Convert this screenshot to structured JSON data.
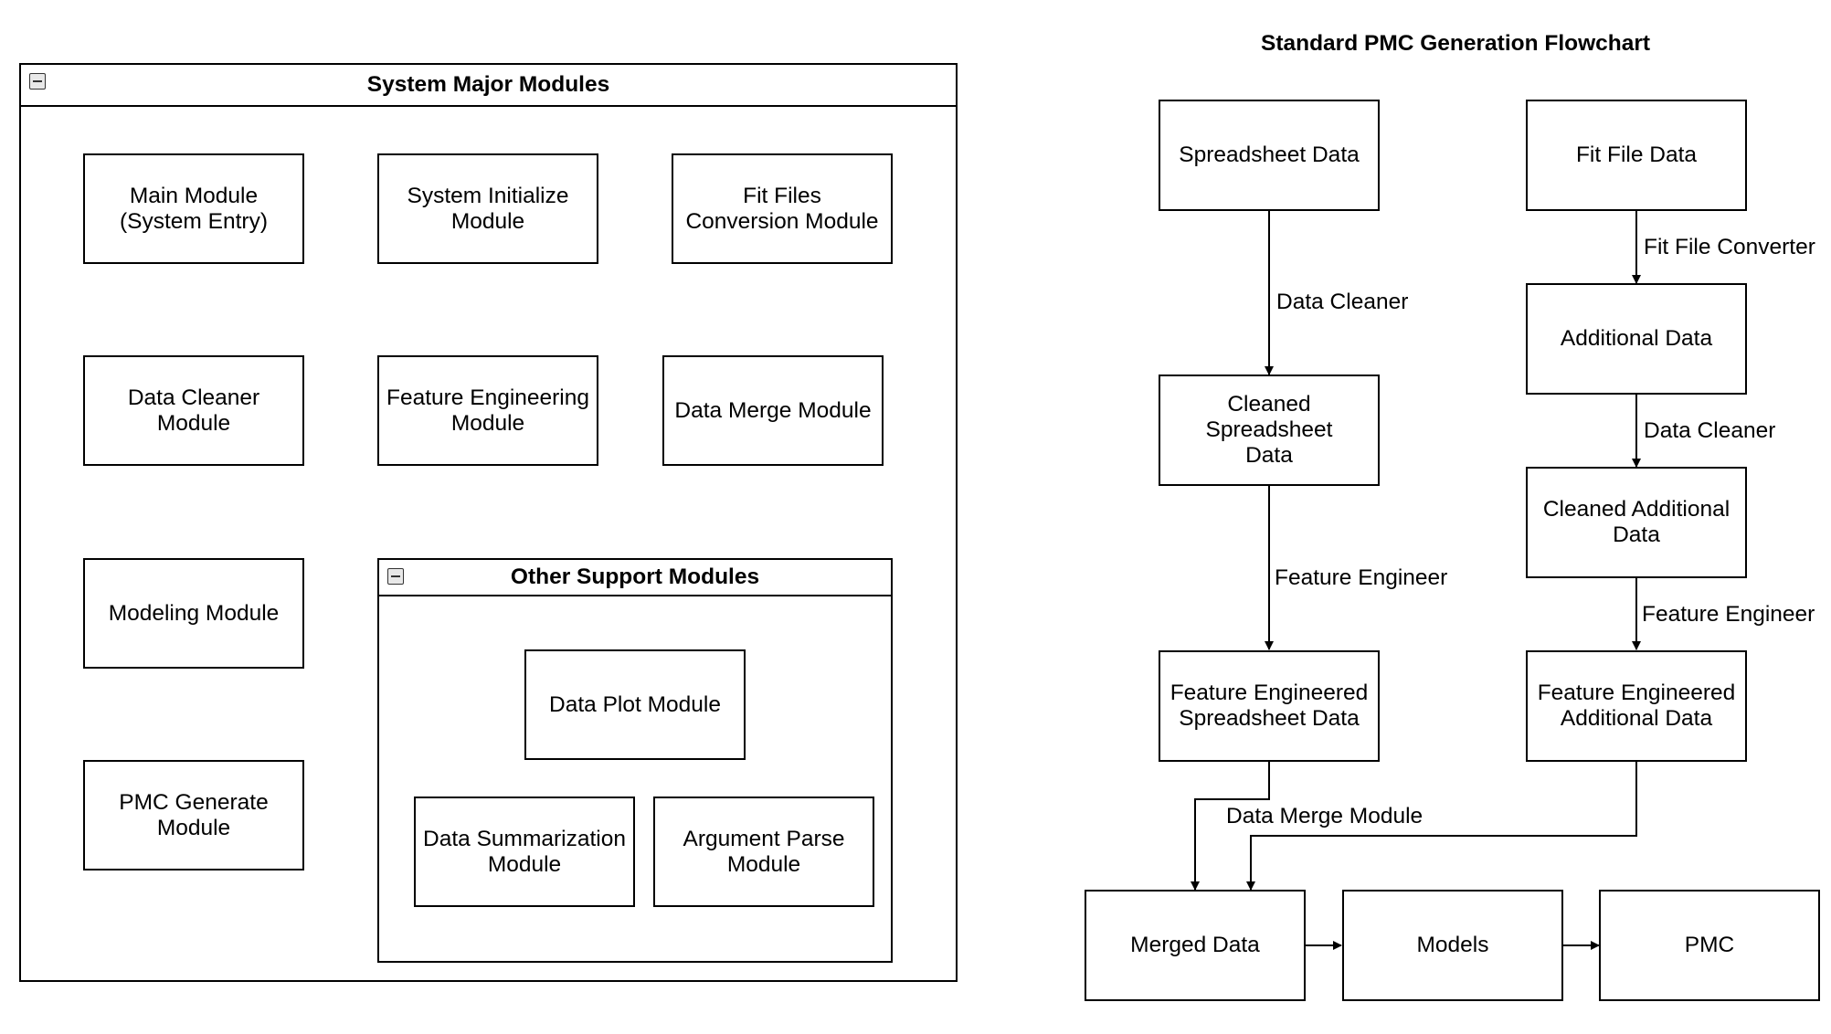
{
  "left_panel": {
    "title": "System Major Modules",
    "modules": {
      "main": "Main Module\n(System Entry)",
      "system_initialize": "System Initialize\nModule",
      "fit_files_conversion": "Fit Files\nConversion Module",
      "data_cleaner": "Data Cleaner Module",
      "feature_engineering": "Feature Engineering\nModule",
      "data_merge": "Data Merge Module",
      "modeling": "Modeling Module",
      "pmc_generate": "PMC Generate\nModule"
    },
    "support_group": {
      "title": "Other Support Modules",
      "modules": {
        "data_plot": "Data Plot Module",
        "data_summarization": "Data Summarization\nModule",
        "argument_parse": "Argument Parse\nModule"
      }
    }
  },
  "flowchart": {
    "title": "Standard PMC Generation Flowchart",
    "nodes": {
      "spreadsheet_data": "Spreadsheet Data",
      "fit_file_data": "Fit File Data",
      "additional_data": "Additional Data",
      "cleaned_spreadsheet_data": "Cleaned Spreadsheet\nData",
      "cleaned_additional_data": "Cleaned Additional\nData",
      "fe_spreadsheet_data": "Feature Engineered\nSpreadsheet Data",
      "fe_additional_data": "Feature Engineered\nAdditional Data",
      "merged_data": "Merged Data",
      "models": "Models",
      "pmc": "PMC"
    },
    "edge_labels": {
      "fit_file_converter": "Fit File Converter",
      "data_cleaner_left": "Data Cleaner",
      "data_cleaner_right": "Data Cleaner",
      "feature_engineer_left": "Feature Engineer",
      "feature_engineer_right": "Feature Engineer",
      "data_merge_module": "Data Merge Module"
    }
  },
  "colors": {
    "stroke": "#000000",
    "background": "#ffffff",
    "icon_fill": "#e8e8e8"
  }
}
